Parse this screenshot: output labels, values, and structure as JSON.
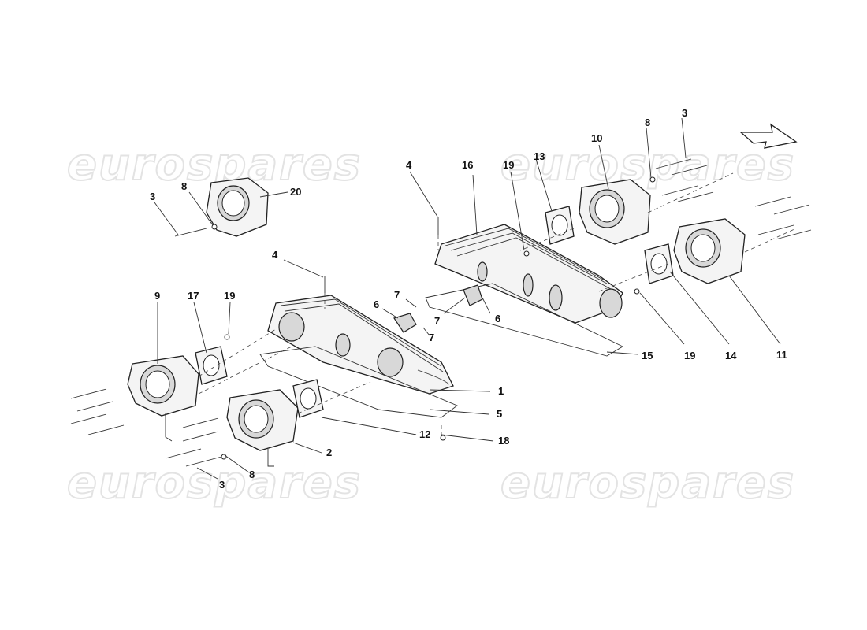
{
  "watermark": {
    "text": "eurospares"
  },
  "callouts": {
    "c1": "1",
    "c2": "2",
    "c3a": "3",
    "c3b": "3",
    "c3c": "3",
    "c4a": "4",
    "c4b": "4",
    "c5": "5",
    "c6a": "6",
    "c6b": "6",
    "c7a": "7",
    "c7b": "7",
    "c7c": "7",
    "c8a": "8",
    "c8b": "8",
    "c8c": "8",
    "c9": "9",
    "c10": "10",
    "c11": "11",
    "c12": "12",
    "c13": "13",
    "c14": "14",
    "c15": "15",
    "c16": "16",
    "c17": "17",
    "c18": "18",
    "c19a": "19",
    "c19b": "19",
    "c19c": "19",
    "c20": "20"
  }
}
